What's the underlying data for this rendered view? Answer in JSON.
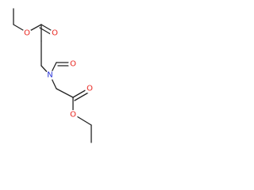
{
  "molecule": {
    "colors": {
      "bond": "#222222",
      "oxygen": "#e8251f",
      "nitrogen": "#2430d6"
    },
    "atoms": {
      "o_ester1": "O",
      "o_carbonyl1": "O",
      "n_amine": "N",
      "o_formyl": "O",
      "o_carbonyl2": "O",
      "o_ester2": "O"
    }
  }
}
